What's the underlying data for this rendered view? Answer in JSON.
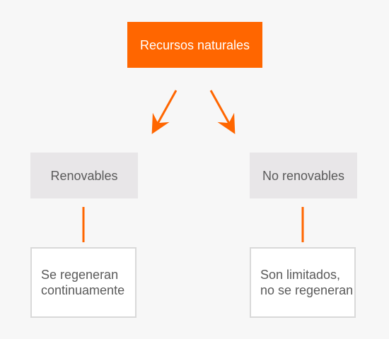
{
  "diagram": {
    "root": {
      "label": "Recursos naturales"
    },
    "branches": [
      {
        "label": "Renovables",
        "description": "Se regeneran\ncontinuamente"
      },
      {
        "label": "No renovables",
        "description": "Son limitados,\nno se regeneran"
      }
    ],
    "colors": {
      "accent": "#ff6600",
      "category_bg": "#e8e6e8",
      "description_border": "#d9d9d9",
      "text": "#5a5a5a",
      "background": "#f7f7f7"
    }
  }
}
